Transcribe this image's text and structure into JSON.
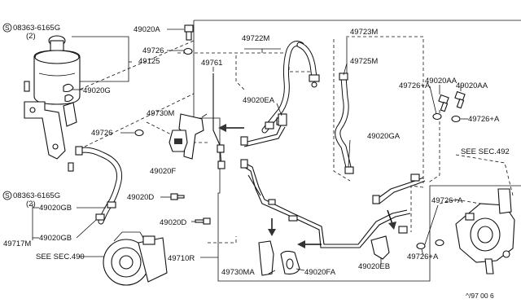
{
  "parts": {
    "bolt_top": "08363-6165G",
    "bolt_top_qty": "(2)",
    "bolt_bottom": "08363-6165G",
    "bolt_bottom_qty": "(2)",
    "p49020A": "49020A",
    "p49726_a": "49726",
    "p49125": "49125",
    "p49020G": "49020G",
    "p49726_b": "49726",
    "p49020GB_a": "49020GB",
    "p49020GB_b": "49020GB",
    "p49717M": "49717M",
    "see_sec_490": "SEE SEC.490",
    "p49722M": "49722M",
    "p49761": "49761",
    "p49730M": "49730M",
    "p49020F": "49020F",
    "p49020EA": "49020EA",
    "p49723M": "49723M",
    "p49725M": "49725M",
    "p49020GA": "49020GA",
    "p49020D_a": "49020D",
    "p49020D_b": "49020D",
    "p49710R": "49710R",
    "p49730MA": "49730MA",
    "p49020FA": "49020FA",
    "p49020EB": "49020EB",
    "p49020AA_a": "49020AA",
    "p49020AA_b": "49020AA",
    "p49726A_a": "49726+A",
    "p49726A_b": "49726+A",
    "p49726A_c": "49726+A",
    "p49726A_d": "49726+A",
    "see_sec_492": "SEE SEC.492",
    "footer_code": "^/97  00 6"
  },
  "symbols": {
    "circled_s_top": "S",
    "circled_s_bottom": "S"
  }
}
